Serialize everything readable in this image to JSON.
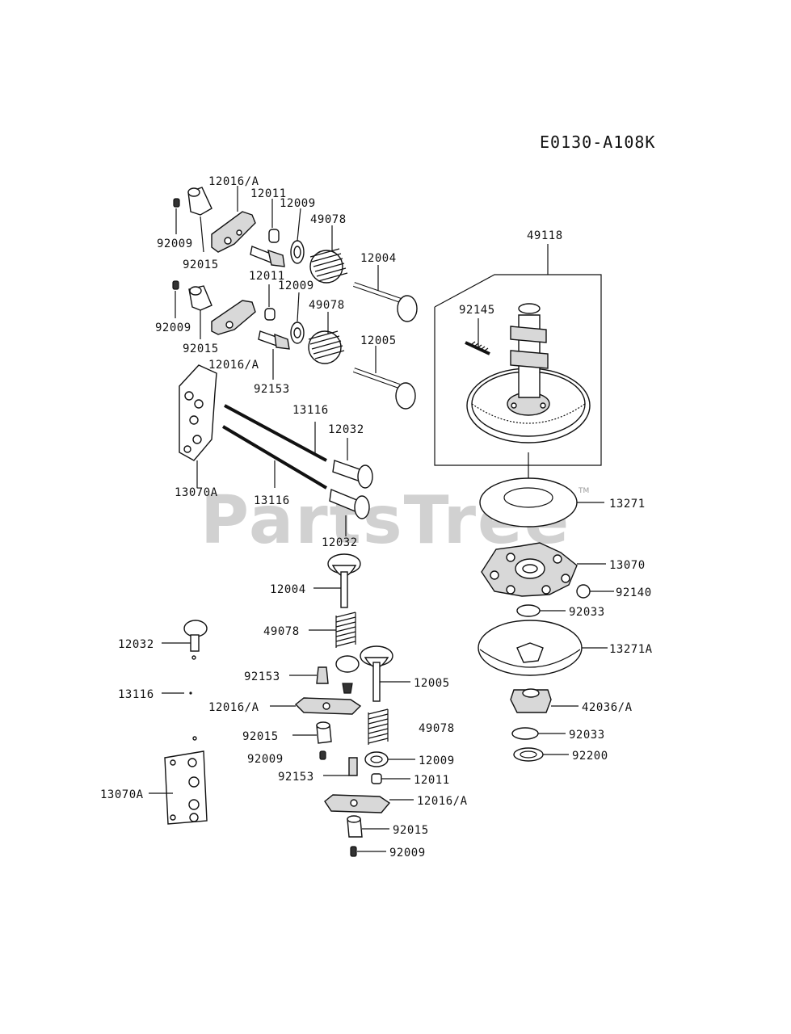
{
  "diagram_code": "E0130-A108K",
  "watermark": "PartsTree",
  "watermark_tm": "TM",
  "labels": {
    "p12016a_top": "12016/A",
    "p12011_top": "12011",
    "p12009_top": "12009",
    "p49078_top": "49078",
    "p92009_top": "92009",
    "p92015_top": "92015",
    "p12004_top": "12004",
    "p12011_mid": "12011",
    "p12009_mid": "12009",
    "p49078_mid": "49078",
    "p92009_mid": "92009",
    "p92015_mid": "92015",
    "p12005_mid": "12005",
    "p12016a_mid": "12016/A",
    "p92153_mid": "92153",
    "p13116_a": "13116",
    "p12032_a": "12032",
    "p13070a_a": "13070A",
    "p13116_b": "13116",
    "p12032_b": "12032",
    "p49118": "49118",
    "p92145": "92145",
    "p13271": "13271",
    "p13070": "13070",
    "p92140": "92140",
    "p92033_a": "92033",
    "p13271a": "13271A",
    "p42036a": "42036/A",
    "p92033_b": "92033",
    "p92200": "92200",
    "p12004_low": "12004",
    "p49078_low": "49078",
    "p12032_low": "12032",
    "p92153_low": "92153",
    "p12005_low": "12005",
    "p13116_low": "13116",
    "p12016a_low": "12016/A",
    "p92015_low": "92015",
    "p49078_low2": "49078",
    "p92009_low": "92009",
    "p12009_low": "12009",
    "p92153_low2": "92153",
    "p12011_low": "12011",
    "p13070a_low": "13070A",
    "p12016a_low2": "12016/A",
    "p92015_low2": "92015",
    "p92009_low2": "92009"
  }
}
